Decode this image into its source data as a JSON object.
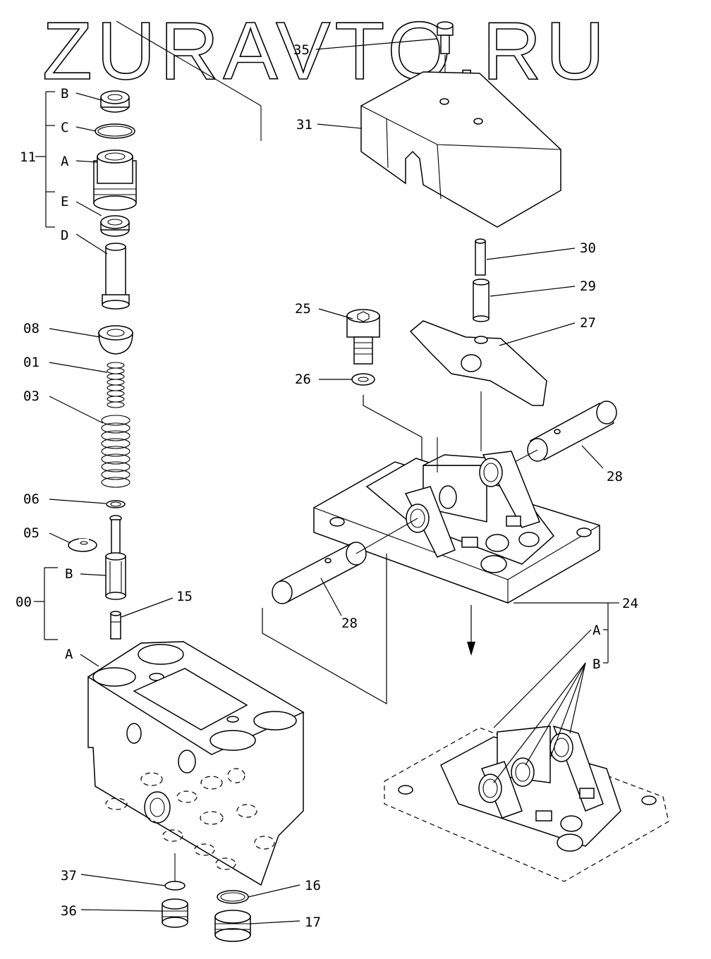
{
  "watermark": "ZURAVTO.RU",
  "callouts": {
    "c35": "35",
    "c31": "31",
    "c30": "30",
    "c29": "29",
    "c27": "27",
    "c25": "25",
    "c26": "26",
    "c28a": "28",
    "c28b": "28",
    "c24": "24",
    "c24A": "A",
    "c24B": "B",
    "c11": "11",
    "c11B": "B",
    "c11C": "C",
    "c11A": "A",
    "c11E": "E",
    "c11D": "D",
    "c08": "08",
    "c01": "01",
    "c03": "03",
    "c06": "06",
    "c05": "05",
    "c00": "00",
    "c00B": "B",
    "c00A": "A",
    "c15": "15",
    "c37": "37",
    "c36": "36",
    "c16": "16",
    "c17": "17"
  }
}
